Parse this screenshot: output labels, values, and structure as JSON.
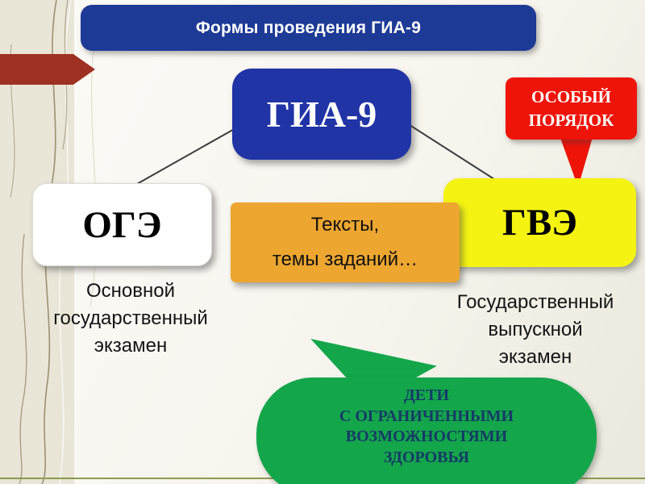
{
  "slide": {
    "title": "Формы проведения ГИА-9",
    "root_node": {
      "label": "ГИА-9"
    },
    "oge_node": {
      "label": "ОГЭ"
    },
    "gve_node": {
      "label": "ГВЭ"
    },
    "texts_note": {
      "lines": [
        "Тексты,",
        "темы заданий…"
      ]
    },
    "special_callout": {
      "lines": [
        "ОСОБЫЙ",
        "ПОРЯДОК"
      ]
    },
    "oge_caption": {
      "lines": [
        "Основной",
        "государственный",
        "экзамен"
      ]
    },
    "gve_caption": {
      "lines": [
        "Государственный",
        "выпускной",
        "экзамен"
      ]
    },
    "green_callout": {
      "lines": [
        "ДЕТИ",
        "С ОГРАНИЧЕННЫМИ",
        "ВОЗМОЖНОСТЯМИ",
        "ЗДОРОВЬЯ"
      ]
    }
  },
  "colors": {
    "title_banner_bg": "#1d3a96",
    "root_node_bg": "#2134a6",
    "oge_node_bg": "#ffffff",
    "gve_node_bg": "#f4f312",
    "orange_note_bg": "#eda62f",
    "red_callout_bg": "#ee1409",
    "green_callout_bg": "#13a64b",
    "green_callout_text": "#163a67",
    "red_arrow": "#9e3123",
    "sidebar_bg": "#e9e5d7",
    "bottom_line": "#8e9b4f"
  }
}
